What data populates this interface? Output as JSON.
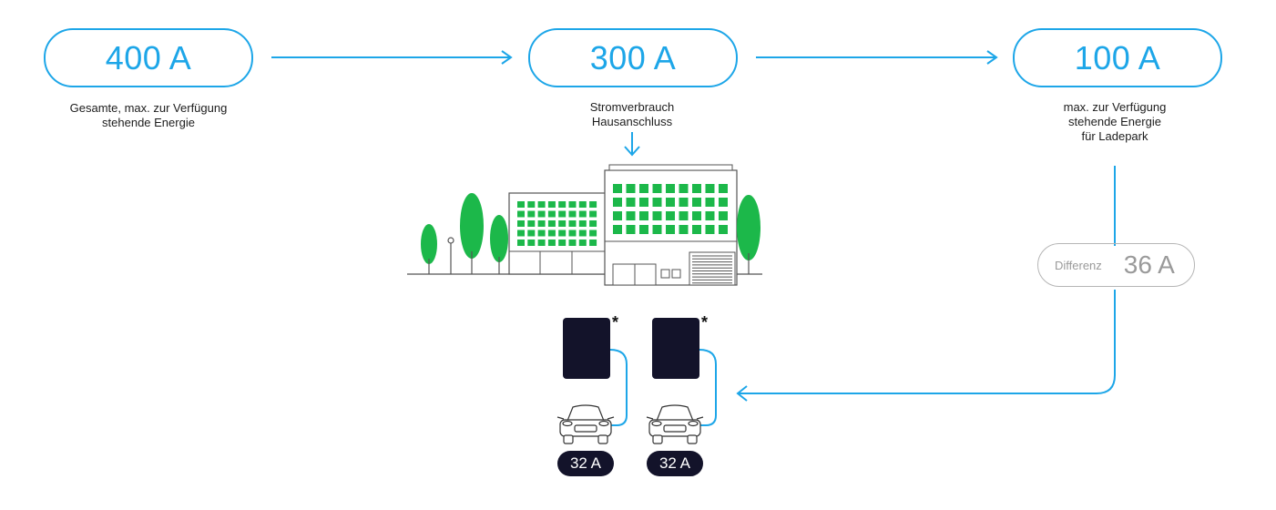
{
  "nodes": [
    {
      "value": "400 A",
      "caption": "Gesamte, max. zur Verfügung\nstehende Energie"
    },
    {
      "value": "300 A",
      "caption": "Stromverbrauch\nHausanschluss"
    },
    {
      "value": "100 A",
      "caption": "max. zur Verfügung\nstehende Energie\nfür Ladepark"
    }
  ],
  "difference": {
    "label": "Differenz",
    "value": "36 A"
  },
  "chargers": [
    {
      "current": "32 A",
      "marker": "*"
    },
    {
      "current": "32 A",
      "marker": "*"
    }
  ],
  "colors": {
    "accent": "#1da6e8",
    "green": "#1cb84a",
    "charger": "#13132a",
    "muted": "#b5b5b5"
  }
}
